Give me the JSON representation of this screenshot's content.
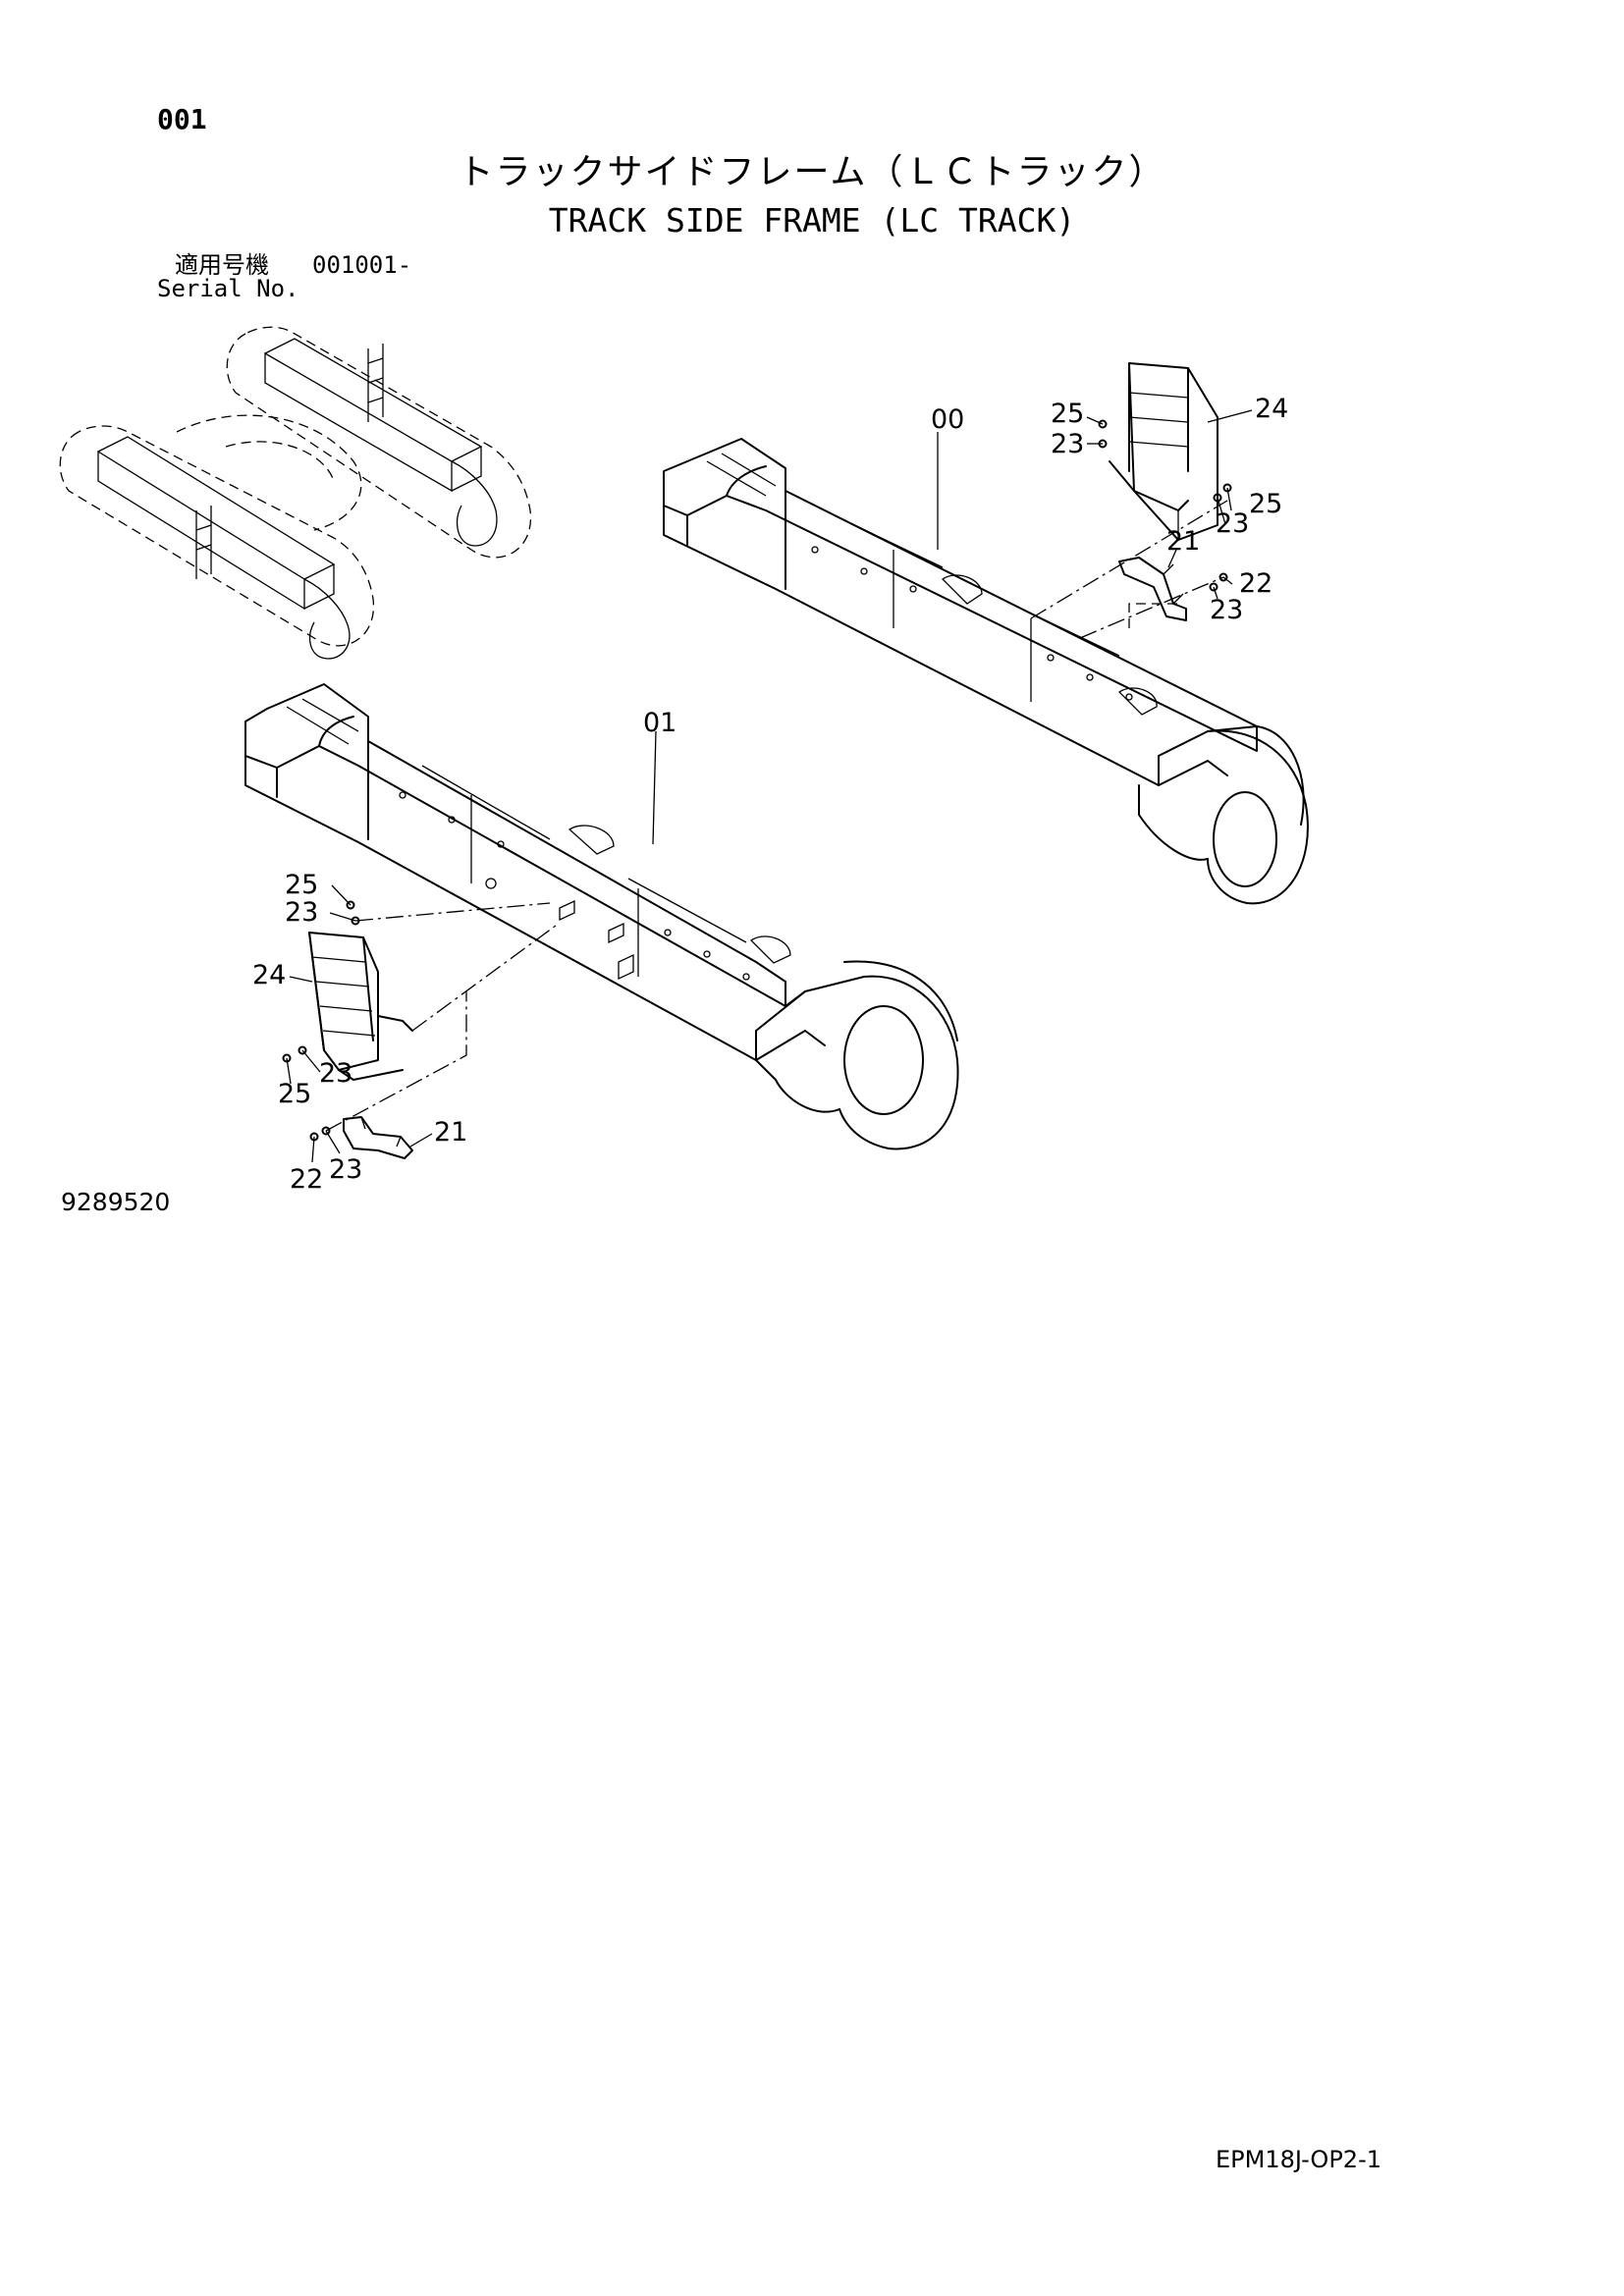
{
  "header": {
    "page_number": "001",
    "title_jp": "トラックサイドフレーム（ＬＣトラック）",
    "title_en": "TRACK SIDE FRAME (LC TRACK)",
    "serial_label_jp": "適用号機",
    "serial_value": "001001-",
    "serial_label_en": "Serial No."
  },
  "footer": {
    "figure_number": "9289520",
    "document_code": "EPM18J-OP2-1"
  },
  "callouts": {
    "upper_frame": "00",
    "lower_frame": "01",
    "upper_step_screw_a": "25",
    "upper_step_washer_a": "23",
    "upper_step": "24",
    "upper_step_screw_b": "25",
    "upper_step_washer_b": "23",
    "upper_bracket": "21",
    "upper_bolt": "22",
    "upper_washer": "23",
    "lower_step_screw_a": "25",
    "lower_step_washer_a": "23",
    "lower_step": "24",
    "lower_step_washer_b": "23",
    "lower_step_screw_b": "25",
    "lower_bracket": "21",
    "lower_bolt": "22",
    "lower_washer": "23"
  }
}
